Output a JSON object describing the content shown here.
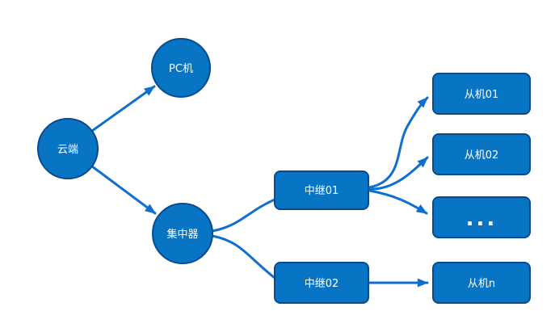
{
  "diagram": {
    "title": "network-topology",
    "colors": {
      "node_fill": "#0874C4",
      "node_border": "#0A4A8F",
      "connector": "#0E6FD0",
      "label_text": "#FFFFFF",
      "background": "#FFFFFF"
    },
    "nodes": [
      {
        "id": "cloud",
        "label": "云端",
        "shape": "circle"
      },
      {
        "id": "pc",
        "label": "PC机",
        "shape": "circle"
      },
      {
        "id": "concentrator",
        "label": "集中器",
        "shape": "circle"
      },
      {
        "id": "relay01",
        "label": "中继01",
        "shape": "rounded-rect"
      },
      {
        "id": "relay02",
        "label": "中继02",
        "shape": "rounded-rect"
      },
      {
        "id": "slave01",
        "label": "从机01",
        "shape": "rounded-rect"
      },
      {
        "id": "slave02",
        "label": "从机02",
        "shape": "rounded-rect"
      },
      {
        "id": "slave-more",
        "label": "...",
        "shape": "rounded-rect"
      },
      {
        "id": "slave-n",
        "label": "从机n",
        "shape": "rounded-rect"
      }
    ],
    "edges": [
      {
        "from": "cloud",
        "to": "pc",
        "style": "straight",
        "arrow": true
      },
      {
        "from": "cloud",
        "to": "concentrator",
        "style": "straight",
        "arrow": true
      },
      {
        "from": "concentrator",
        "to": "relay01",
        "style": "curved",
        "arrow": false
      },
      {
        "from": "concentrator",
        "to": "relay02",
        "style": "curved",
        "arrow": false
      },
      {
        "from": "relay01",
        "to": "slave01",
        "style": "curved",
        "arrow": true
      },
      {
        "from": "relay01",
        "to": "slave02",
        "style": "curved",
        "arrow": true
      },
      {
        "from": "relay01",
        "to": "slave-more",
        "style": "curved",
        "arrow": true
      },
      {
        "from": "relay02",
        "to": "slave-n",
        "style": "straight",
        "arrow": true
      }
    ]
  }
}
